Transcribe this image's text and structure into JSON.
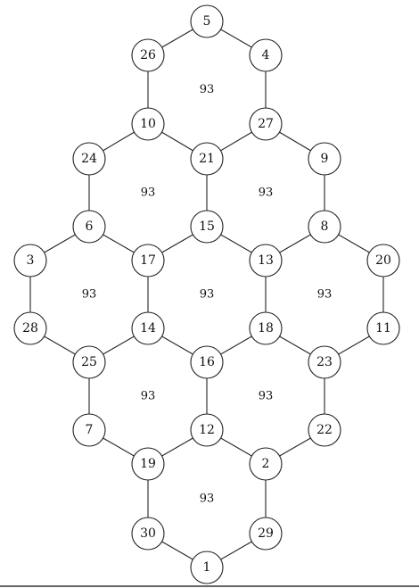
{
  "colors": {
    "stroke": "#222222",
    "node_fill": "#ffffff",
    "text": "#111111",
    "background": "#ffffff"
  },
  "nodes": [
    {
      "id": "5",
      "label": "5"
    },
    {
      "id": "26",
      "label": "26"
    },
    {
      "id": "4",
      "label": "4"
    },
    {
      "id": "10",
      "label": "10"
    },
    {
      "id": "27",
      "label": "27"
    },
    {
      "id": "24",
      "label": "24"
    },
    {
      "id": "21",
      "label": "21"
    },
    {
      "id": "9",
      "label": "9"
    },
    {
      "id": "6",
      "label": "6"
    },
    {
      "id": "15",
      "label": "15"
    },
    {
      "id": "8",
      "label": "8"
    },
    {
      "id": "3",
      "label": "3"
    },
    {
      "id": "17",
      "label": "17"
    },
    {
      "id": "13",
      "label": "13"
    },
    {
      "id": "20",
      "label": "20"
    },
    {
      "id": "28",
      "label": "28"
    },
    {
      "id": "14",
      "label": "14"
    },
    {
      "id": "18",
      "label": "18"
    },
    {
      "id": "11",
      "label": "11"
    },
    {
      "id": "25",
      "label": "25"
    },
    {
      "id": "16",
      "label": "16"
    },
    {
      "id": "23",
      "label": "23"
    },
    {
      "id": "7",
      "label": "7"
    },
    {
      "id": "12",
      "label": "12"
    },
    {
      "id": "22",
      "label": "22"
    },
    {
      "id": "19",
      "label": "19"
    },
    {
      "id": "2",
      "label": "2"
    },
    {
      "id": "30",
      "label": "30"
    },
    {
      "id": "29",
      "label": "29"
    },
    {
      "id": "1",
      "label": "1"
    }
  ],
  "edges": [
    [
      "5",
      "26"
    ],
    [
      "5",
      "4"
    ],
    [
      "26",
      "10"
    ],
    [
      "4",
      "27"
    ],
    [
      "10",
      "21"
    ],
    [
      "27",
      "21"
    ],
    [
      "10",
      "24"
    ],
    [
      "27",
      "9"
    ],
    [
      "24",
      "6"
    ],
    [
      "21",
      "15"
    ],
    [
      "9",
      "8"
    ],
    [
      "6",
      "17"
    ],
    [
      "15",
      "17"
    ],
    [
      "15",
      "13"
    ],
    [
      "8",
      "13"
    ],
    [
      "6",
      "3"
    ],
    [
      "8",
      "20"
    ],
    [
      "3",
      "28"
    ],
    [
      "17",
      "14"
    ],
    [
      "13",
      "18"
    ],
    [
      "20",
      "11"
    ],
    [
      "28",
      "25"
    ],
    [
      "14",
      "25"
    ],
    [
      "14",
      "16"
    ],
    [
      "18",
      "16"
    ],
    [
      "18",
      "23"
    ],
    [
      "11",
      "23"
    ],
    [
      "25",
      "7"
    ],
    [
      "16",
      "12"
    ],
    [
      "23",
      "22"
    ],
    [
      "7",
      "19"
    ],
    [
      "12",
      "19"
    ],
    [
      "12",
      "2"
    ],
    [
      "22",
      "2"
    ],
    [
      "19",
      "30"
    ],
    [
      "2",
      "29"
    ],
    [
      "30",
      "1"
    ],
    [
      "29",
      "1"
    ]
  ],
  "faces": [
    {
      "id": "top",
      "label": "93",
      "nodes": [
        "5",
        "26",
        "10",
        "21",
        "27",
        "4"
      ]
    },
    {
      "id": "upper-left",
      "label": "93",
      "nodes": [
        "10",
        "24",
        "6",
        "17",
        "15",
        "21"
      ]
    },
    {
      "id": "upper-right",
      "label": "93",
      "nodes": [
        "27",
        "21",
        "15",
        "13",
        "8",
        "9"
      ]
    },
    {
      "id": "middle-left",
      "label": "93",
      "nodes": [
        "6",
        "3",
        "28",
        "25",
        "14",
        "17"
      ]
    },
    {
      "id": "center",
      "label": "93",
      "nodes": [
        "17",
        "15",
        "13",
        "18",
        "16",
        "14"
      ]
    },
    {
      "id": "middle-right",
      "label": "93",
      "nodes": [
        "8",
        "20",
        "11",
        "23",
        "18",
        "13"
      ]
    },
    {
      "id": "lower-left",
      "label": "93",
      "nodes": [
        "14",
        "25",
        "7",
        "19",
        "12",
        "16"
      ]
    },
    {
      "id": "lower-right",
      "label": "93",
      "nodes": [
        "18",
        "16",
        "12",
        "2",
        "22",
        "23"
      ]
    },
    {
      "id": "bottom",
      "label": "93",
      "nodes": [
        "19",
        "30",
        "1",
        "29",
        "2",
        "12"
      ]
    }
  ]
}
